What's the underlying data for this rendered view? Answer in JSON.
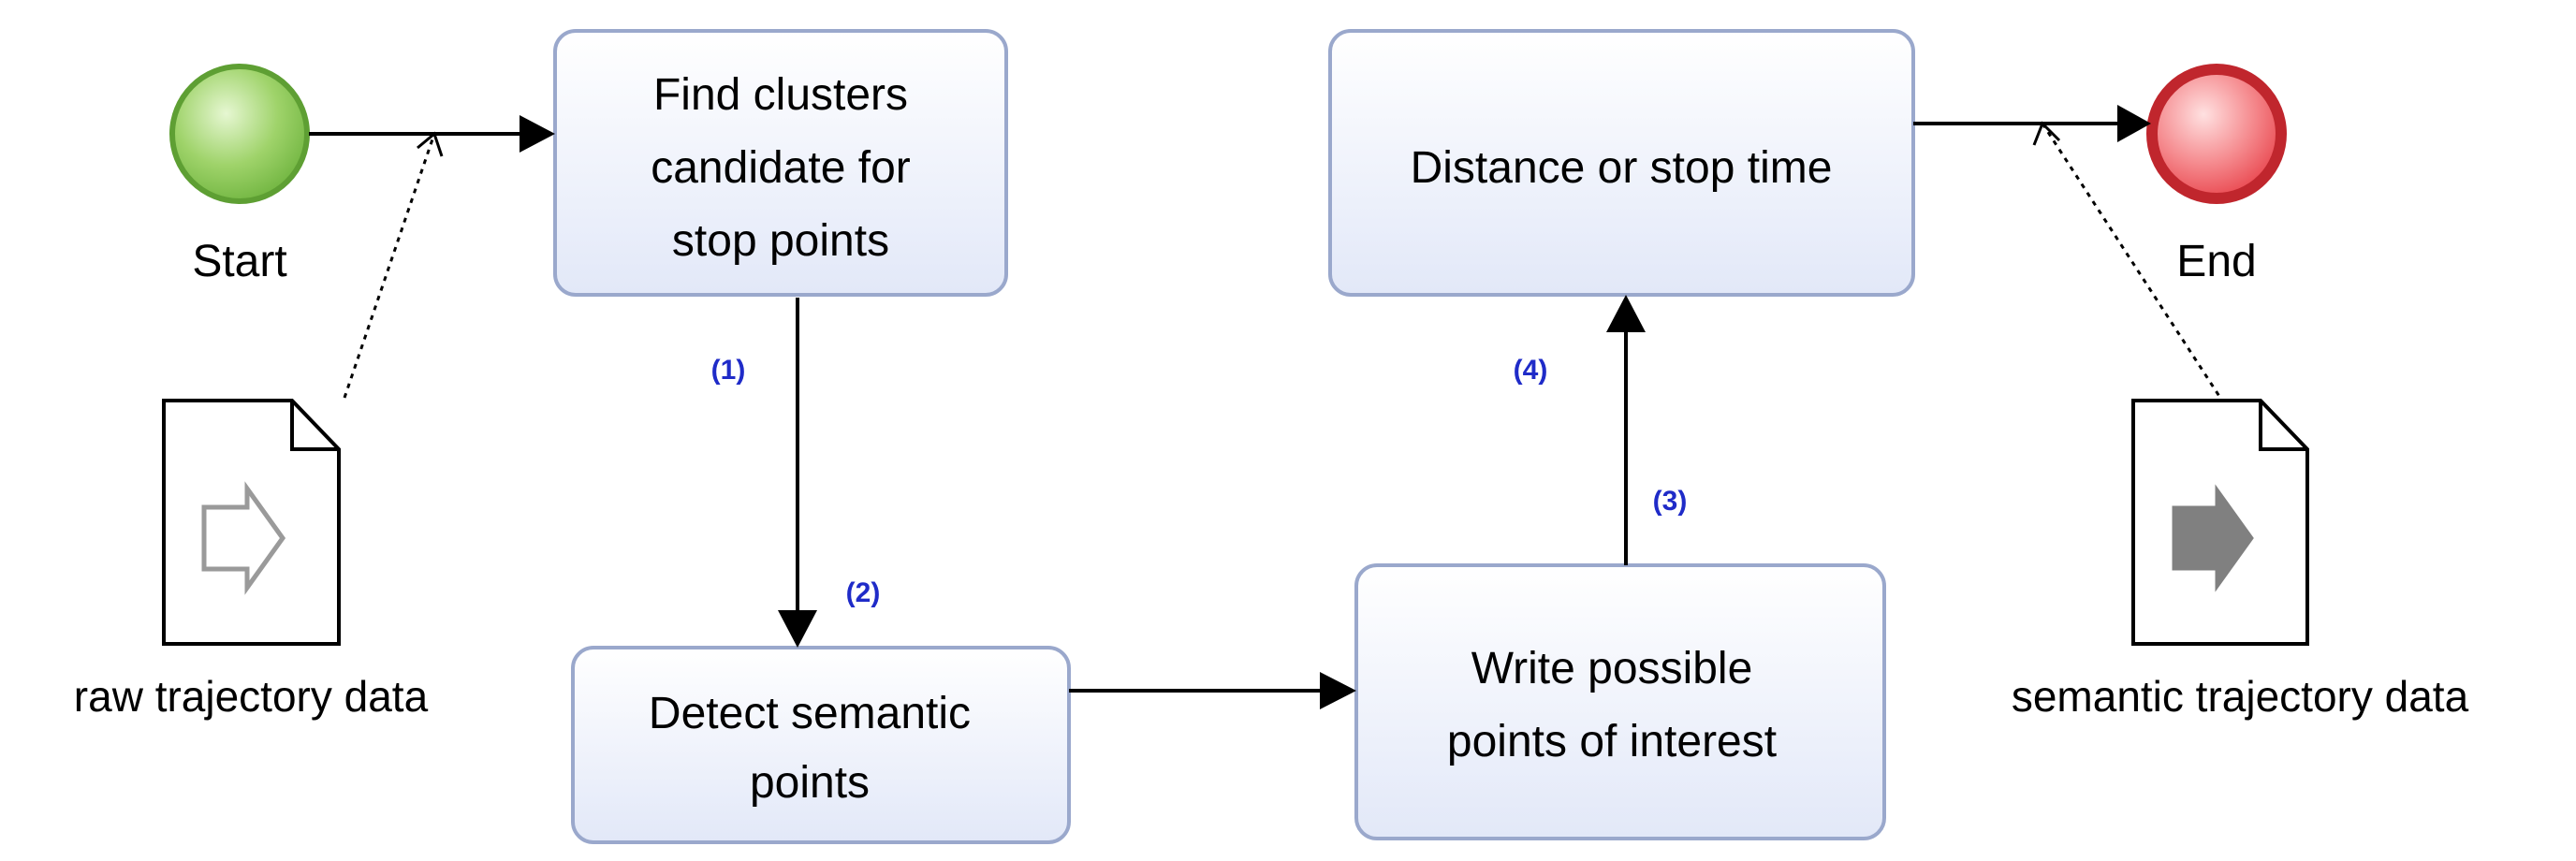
{
  "events": {
    "start": {
      "label": "Start",
      "color": "#6fb43f"
    },
    "end": {
      "label": "End",
      "color": "#e8424a"
    }
  },
  "tasks": {
    "find_clusters": [
      "Find clusters",
      "candidate for",
      "stop points"
    ],
    "detect_semantic": [
      "Detect semantic",
      "points"
    ],
    "write_points": [
      "Write possible",
      "points of interest"
    ],
    "distance_stop": [
      "Distance or stop time"
    ]
  },
  "data_objects": {
    "input": {
      "label": "raw trajectory data",
      "icon": "outline-arrow-right-icon"
    },
    "output": {
      "label": "semantic trajectory data",
      "icon": "filled-arrow-right-icon"
    }
  },
  "steps": {
    "s1": "(1)",
    "s2": "(2)",
    "s3": "(3)",
    "s4": "(4)"
  },
  "colors": {
    "task_fill_top": "#ffffff",
    "task_fill_bottom": "#e2e8f8",
    "task_border": "#9aa8cc",
    "step_label": "#1f2bc8"
  }
}
